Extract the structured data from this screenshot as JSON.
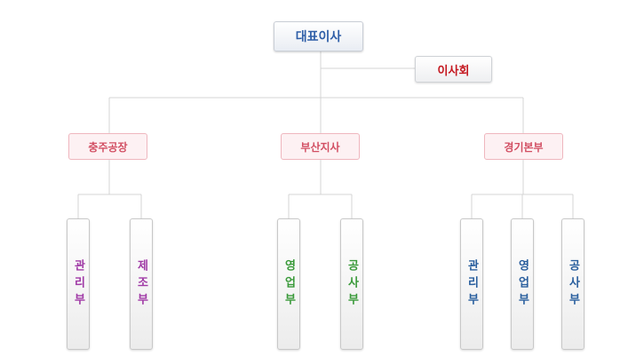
{
  "ceo": "대표이사",
  "board": "이사회",
  "branches": [
    {
      "label": "충주공장",
      "depts": [
        "관리부",
        "제조부"
      ]
    },
    {
      "label": "부산지사",
      "depts": [
        "영업부",
        "공사부"
      ]
    },
    {
      "label": "경기본부",
      "depts": [
        "관리부",
        "영업부",
        "공사부"
      ]
    }
  ]
}
